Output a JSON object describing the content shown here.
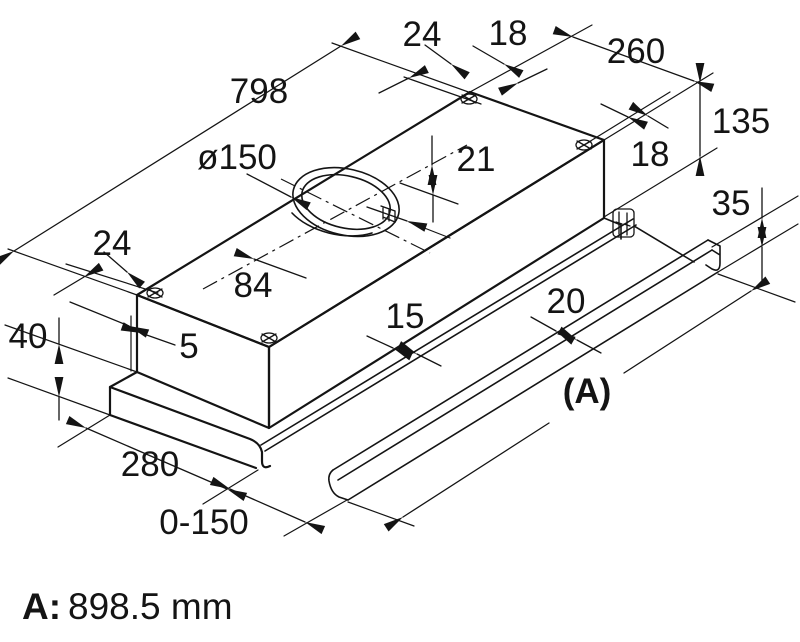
{
  "diagram": {
    "type": "technical-dimension-drawing",
    "subject": "telescopic pull-out cooker hood, isometric view with dimensions",
    "units": "mm"
  },
  "labels": {
    "width_total": "798",
    "offset_24_top": "24",
    "offset_18_top": "18",
    "depth_top": "260",
    "height_body": "135",
    "offset_18_right": "18",
    "duct_diameter": "ø150",
    "offset_21": "21",
    "offset_24_left": "24",
    "height_35": "35",
    "offset_84": "84",
    "height_40": "40",
    "offset_5": "5",
    "gap_15": "15",
    "handle_20": "20",
    "ref_a": "(A)",
    "depth_280": "280",
    "pullout_range": "0-150"
  },
  "legend": {
    "key": "A:",
    "value": "898.5 mm"
  }
}
